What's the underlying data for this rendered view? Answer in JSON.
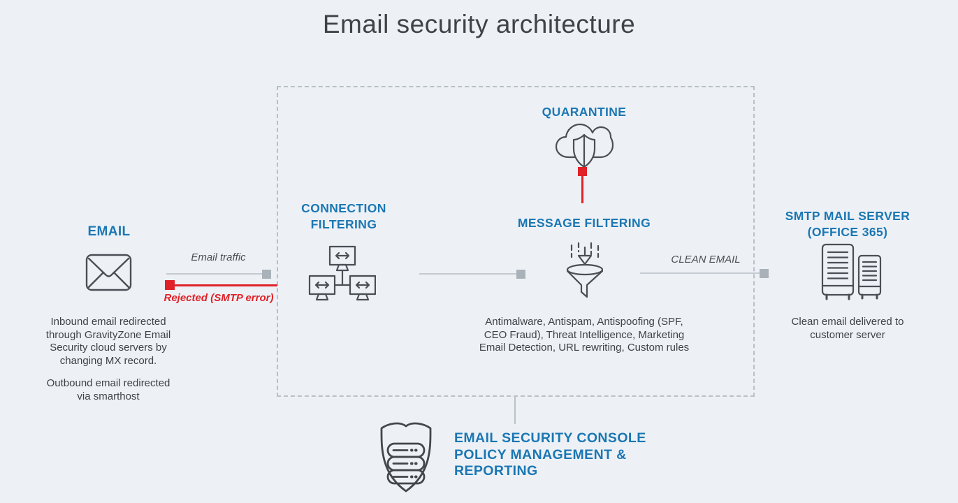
{
  "title": "Email security architecture",
  "colors": {
    "background": "#edf1f6",
    "accent_blue": "#1b77b3",
    "alert_red": "#e02127",
    "line_gray": "#c4cad0",
    "square_gray": "#a9b2b8",
    "icon_stroke": "#4a4f55",
    "body_text": "#3e4245"
  },
  "email_node": {
    "label": "EMAIL",
    "icon": "envelope-icon",
    "description_inbound": "Inbound email redirected through GravityZone Email Security cloud servers by changing MX record.",
    "description_outbound": "Outbound email redirected via smarthost"
  },
  "flows": {
    "email_traffic": {
      "label": "Email traffic",
      "direction": "right",
      "color": "gray"
    },
    "rejected": {
      "label": "Rejected (SMTP error)",
      "direction": "left",
      "color": "red"
    },
    "clean_email": {
      "label": "CLEAN EMAIL",
      "direction": "right",
      "color": "gray"
    }
  },
  "cloud_zone": {
    "quarantine": {
      "label": "QUARANTINE",
      "icon": "cloud-shield-icon"
    },
    "connection_filtering": {
      "label_lines": [
        "CONNECTION",
        "FILTERING"
      ],
      "icon": "network-monitors-icon"
    },
    "message_filtering": {
      "label": "MESSAGE FILTERING",
      "icon": "funnel-icon",
      "description": "Antimalware, Antispam, Antispoofing (SPF, CEO Fraud), Threat Intelligence, Marketing Email Detection, URL rewriting, Custom rules"
    }
  },
  "smtp_node": {
    "label_lines": [
      "SMTP MAIL SERVER",
      "(OFFICE 365)"
    ],
    "icon": "server-towers-icon",
    "description": "Clean email delivered to customer server"
  },
  "console_node": {
    "label_lines": [
      "EMAIL SECURITY CONSOLE",
      "POLICY MANAGEMENT &",
      "REPORTING"
    ],
    "icon": "shield-database-icon"
  }
}
